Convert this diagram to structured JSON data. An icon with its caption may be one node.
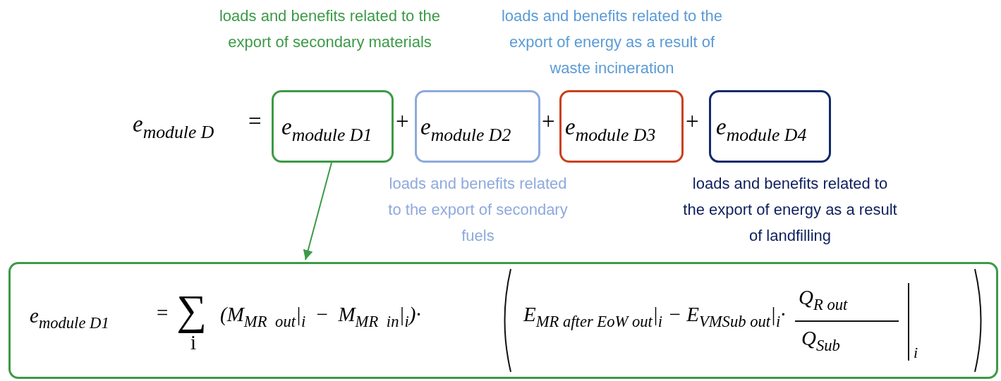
{
  "diagram": {
    "nodes": [
      {
        "text": [
          "e$_{module D1}$"
        ],
        "beside": [
          "loads and benefits related to the export of secondary materials"
        ]
      },
      {
        "text": [
          "e$_{module D2}$"
        ],
        "beside": [
          "loads and benefits related to the export of secondary fuels"
        ]
      },
      {
        "text": [
          "e$_{module D3}$"
        ],
        "beside": [
          "loads and benefits related to the export of energy as a result of waste incineration"
        ]
      },
      {
        "text": [
          "e$_{module D4}$"
        ],
        "beside": [
          "loads and benefits related to the export of energy as a result of landfilling"
        ]
      },
      {
        "text": [
          "e$_{module D1}$",
          "=",
          "∑",
          "i",
          "(M$_{MR out}$|$_{i}$ − M$_{MR in}$|$_{i}$)·",
          "E$_{MR after EoW out}$|$_{i}$ − E$_{VMSub out}$|$_{i}$·",
          "Q$_{R out}$",
          "Q$_{Sub}$",
          "i"
        ]
      }
    ],
    "edges": [
      {
        "from": 0,
        "to": 4,
        "arrow": "to"
      }
    ],
    "labels": [
      "e$_{module D}$",
      "=",
      "+",
      "+",
      "+"
    ]
  }
}
